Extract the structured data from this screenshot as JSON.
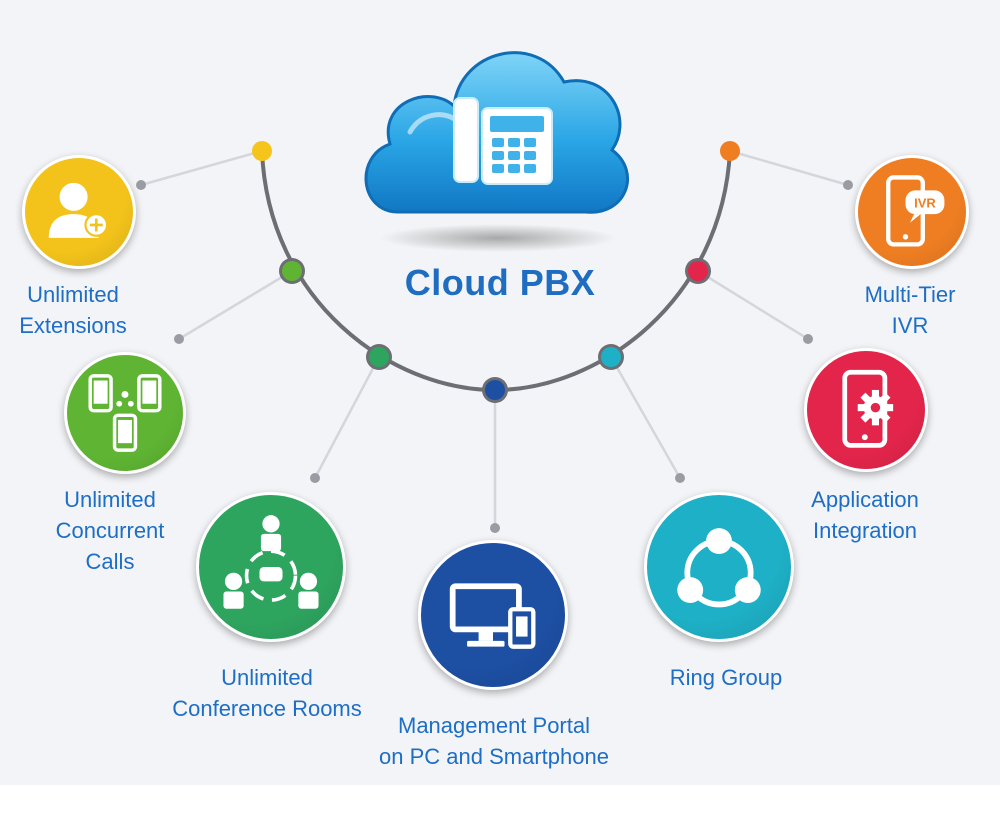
{
  "center": {
    "title": "Cloud PBX"
  },
  "features": [
    {
      "id": "extensions",
      "label_lines": [
        "Unlimited",
        "Extensions"
      ],
      "color": "#f3c31b",
      "icon": "user-add-icon"
    },
    {
      "id": "concurrent-calls",
      "label_lines": [
        "Unlimited",
        "Concurrent",
        "Calls"
      ],
      "color": "#5fb533",
      "icon": "phones-icon"
    },
    {
      "id": "conference-rooms",
      "label_lines": [
        "Unlimited",
        "Conference Rooms"
      ],
      "color": "#2ea55f",
      "icon": "conference-icon"
    },
    {
      "id": "management-portal",
      "label_lines": [
        "Management Portal",
        "on PC and Smartphone"
      ],
      "color": "#1d4fa3",
      "icon": "monitor-phone-icon"
    },
    {
      "id": "ring-group",
      "label_lines": [
        "Ring Group"
      ],
      "color": "#1eb0c6",
      "icon": "ring-group-icon"
    },
    {
      "id": "app-integration",
      "label_lines": [
        "Application",
        "Integration"
      ],
      "color": "#e3254b",
      "icon": "phone-gear-icon"
    },
    {
      "id": "multi-tier-ivr",
      "label_lines": [
        "Multi-Tier",
        "IVR"
      ],
      "color": "#ef7e22",
      "icon": "phone-ivr-icon",
      "badge_text": "IVR"
    }
  ],
  "arc_node_colors": [
    "#f6c51b",
    "#5fb533",
    "#2ea55f",
    "#1d4fa3",
    "#1eb0c6",
    "#e3254b",
    "#ef7e22"
  ]
}
